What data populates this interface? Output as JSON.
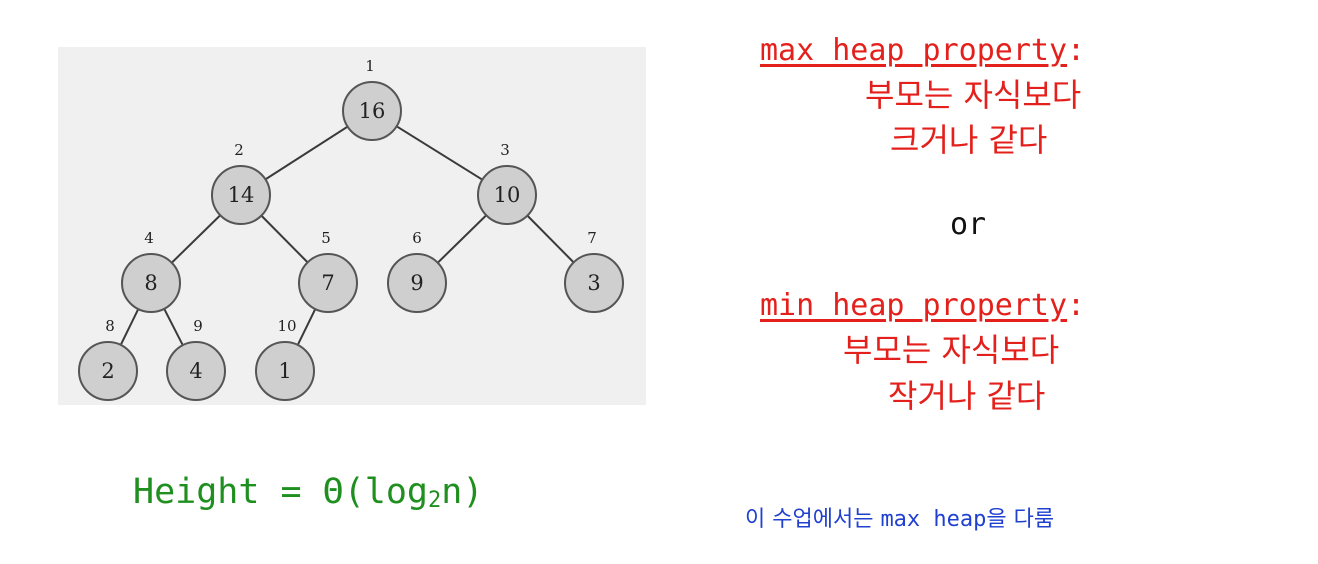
{
  "tree": {
    "nodes": [
      {
        "index": "1",
        "key": "16"
      },
      {
        "index": "2",
        "key": "14"
      },
      {
        "index": "3",
        "key": "10"
      },
      {
        "index": "4",
        "key": "8"
      },
      {
        "index": "5",
        "key": "7"
      },
      {
        "index": "6",
        "key": "9"
      },
      {
        "index": "7",
        "key": "3"
      },
      {
        "index": "8",
        "key": "2"
      },
      {
        "index": "9",
        "key": "4"
      },
      {
        "index": "10",
        "key": "1"
      }
    ]
  },
  "height": {
    "prefix": "Height = Θ(log",
    "subscript": "2",
    "suffix": "n)"
  },
  "max_prop": {
    "term": "max heap property",
    "colon": ":",
    "line1": "부모는 자식보다",
    "line2": "크거나 같다"
  },
  "or_text": "or",
  "min_prop": {
    "term": "min heap property",
    "colon": ":",
    "line1": "부모는 자식보다",
    "line2": "작거나 같다"
  },
  "note": {
    "before": "이 수업에서는 ",
    "term": "max heap",
    "after": "을 다룸"
  },
  "colors": {
    "red": "#e3201b",
    "green": "#1f8f1f",
    "blue": "#2040d0",
    "node_fill": "#cfcfcf"
  }
}
